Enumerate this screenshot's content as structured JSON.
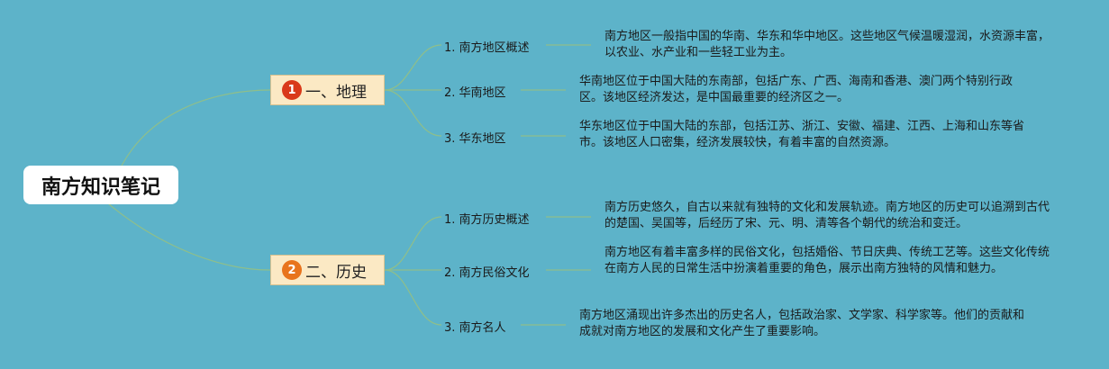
{
  "root": {
    "label": "南方知识笔记"
  },
  "branches": [
    {
      "number": "1",
      "label": "一、地理",
      "badge_color": "#d9391a",
      "children": [
        {
          "label": "1. 南方地区概述",
          "text": "南方地区一般指中国的华南、华东和华中地区。这些地区气候温暖湿润，水资源丰富，以农业、水产业和一些轻工业为主。"
        },
        {
          "label": "2. 华南地区",
          "text": "华南地区位于中国大陆的东南部，包括广东、广西、海南和香港、澳门两个特别行政区。该地区经济发达，是中国最重要的经济区之一。"
        },
        {
          "label": "3. 华东地区",
          "text": "华东地区位于中国大陆的东部，包括江苏、浙江、安徽、福建、江西、上海和山东等省市。该地区人口密集，经济发展较快，有着丰富的自然资源。"
        }
      ]
    },
    {
      "number": "2",
      "label": "二、历史",
      "badge_color": "#e8741c",
      "children": [
        {
          "label": "1. 南方历史概述",
          "text": "南方历史悠久，自古以来就有独特的文化和发展轨迹。南方地区的历史可以追溯到古代的楚国、吴国等，后经历了宋、元、明、清等各个朝代的统治和变迁。"
        },
        {
          "label": "2. 南方民俗文化",
          "text": "南方地区有着丰富多样的民俗文化，包括婚俗、节日庆典、传统工艺等。这些文化传统在南方人民的日常生活中扮演着重要的角色，展示出南方独特的风情和魅力。"
        },
        {
          "label": "3. 南方名人",
          "text": "南方地区涌现出许多杰出的历史名人，包括政治家、文学家、科学家等。他们的贡献和成就对南方地区的发展和文化产生了重要影响。"
        }
      ]
    }
  ],
  "colors": {
    "background": "#5db3c9",
    "connector": "#8fbf8a",
    "branch_fill": "#fbe9c4"
  }
}
